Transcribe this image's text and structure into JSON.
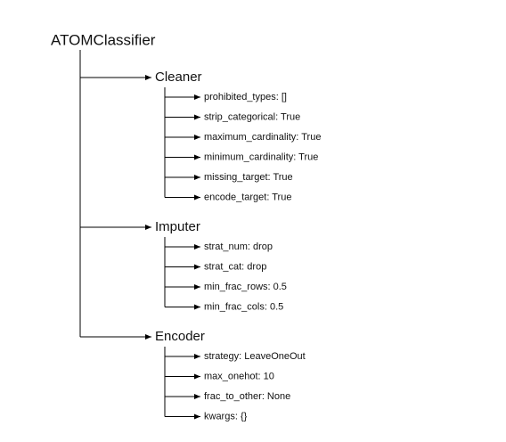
{
  "root": {
    "label": "ATOMClassifier"
  },
  "steps": [
    {
      "label": "Cleaner",
      "params": [
        "prohibited_types: []",
        "strip_categorical: True",
        "maximum_cardinality: True",
        "minimum_cardinality: True",
        "missing_target: True",
        "encode_target: True"
      ]
    },
    {
      "label": "Imputer",
      "params": [
        "strat_num: drop",
        "strat_cat: drop",
        "min_frac_rows: 0.5",
        "min_frac_cols: 0.5"
      ]
    },
    {
      "label": "Encoder",
      "params": [
        "strategy: LeaveOneOut",
        "max_onehot: 10",
        "frac_to_other: None",
        "kwargs: {}"
      ]
    }
  ],
  "colors": {
    "line": "#000000",
    "text": "#111111",
    "background": "#ffffff"
  }
}
